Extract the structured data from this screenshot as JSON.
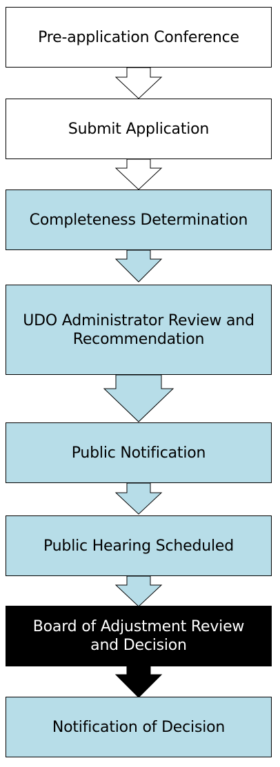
{
  "colors": {
    "white": "#ffffff",
    "light_blue": "#b7dde8",
    "black": "#000000"
  },
  "steps": [
    {
      "label": "Pre-application Conference",
      "fill": "white",
      "text_color": "black"
    },
    {
      "label": "Submit Application",
      "fill": "white",
      "text_color": "black"
    },
    {
      "label": "Completeness Determination",
      "fill": "light_blue",
      "text_color": "black"
    },
    {
      "label": "UDO Administrator Review and\nRecommendation",
      "fill": "light_blue",
      "text_color": "black"
    },
    {
      "label": "Public Notification",
      "fill": "light_blue",
      "text_color": "black"
    },
    {
      "label": "Public Hearing Scheduled",
      "fill": "light_blue",
      "text_color": "black"
    },
    {
      "label": "Board of Adjustment Review\nand Decision",
      "fill": "black",
      "text_color": "white"
    },
    {
      "label": "Notification of Decision",
      "fill": "light_blue",
      "text_color": "black"
    }
  ],
  "arrows": [
    {
      "fill": "white"
    },
    {
      "fill": "white"
    },
    {
      "fill": "light_blue"
    },
    {
      "fill": "light_blue"
    },
    {
      "fill": "light_blue"
    },
    {
      "fill": "light_blue"
    },
    {
      "fill": "black"
    }
  ]
}
